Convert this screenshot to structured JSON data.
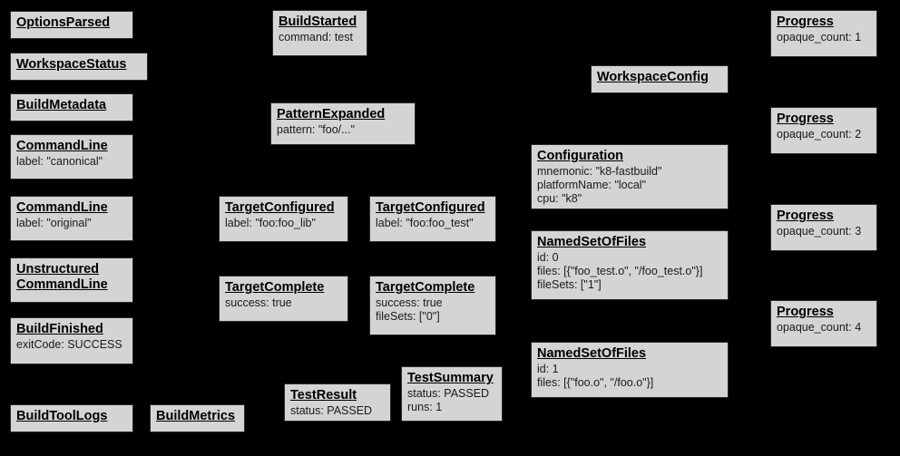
{
  "diagram": {
    "background_color": "#000000",
    "node_fill_color": "#d4d4d4",
    "node_border_color": "#2b2b2b",
    "type": "build-event-protocol-graph",
    "nodes": [
      {
        "title": "OptionsParsed",
        "fields": []
      },
      {
        "title": "WorkspaceStatus",
        "fields": []
      },
      {
        "title": "BuildMetadata",
        "fields": []
      },
      {
        "title": "CommandLine",
        "fields": [
          "label: \"canonical\""
        ]
      },
      {
        "title": "CommandLine",
        "fields": [
          "label: \"original\""
        ]
      },
      {
        "title": "Unstructured\nCommandLine",
        "fields": []
      },
      {
        "title": "BuildFinished",
        "fields": [
          "exitCode: SUCCESS"
        ]
      },
      {
        "title": "BuildToolLogs",
        "fields": []
      },
      {
        "title": "BuildMetrics",
        "fields": []
      },
      {
        "title": "BuildStarted",
        "fields": [
          "command: test"
        ]
      },
      {
        "title": "PatternExpanded",
        "fields": [
          "pattern: \"foo/...\""
        ]
      },
      {
        "title": "TargetConfigured",
        "fields": [
          "label: \"foo:foo_lib\""
        ]
      },
      {
        "title": "TargetConfigured",
        "fields": [
          "label: \"foo:foo_test\""
        ]
      },
      {
        "title": "TargetComplete",
        "fields": [
          "success: true"
        ]
      },
      {
        "title": "TargetComplete",
        "fields": [
          "success: true",
          "fileSets: [\"0\"]"
        ]
      },
      {
        "title": "TestResult",
        "fields": [
          "status: PASSED"
        ]
      },
      {
        "title": "TestSummary",
        "fields": [
          "status: PASSED",
          "runs: 1"
        ]
      },
      {
        "title": "WorkspaceConfig",
        "fields": []
      },
      {
        "title": "Configuration",
        "fields": [
          "mnemonic: \"k8-fastbuild\"",
          "platformName: \"local\"",
          "cpu: \"k8\""
        ]
      },
      {
        "title": "NamedSetOfFiles",
        "fields": [
          "id: 0",
          "files: [{\"foo_test.o\", \"/foo_test.o\"}]",
          "fileSets: [\"1\"]"
        ]
      },
      {
        "title": "NamedSetOfFiles",
        "fields": [
          "id: 1",
          "files: [{\"foo.o\", \"/foo.o\"}]"
        ]
      },
      {
        "title": "Progress",
        "fields": [
          "opaque_count: 1"
        ]
      },
      {
        "title": "Progress",
        "fields": [
          "opaque_count: 2"
        ]
      },
      {
        "title": "Progress",
        "fields": [
          "opaque_count: 3"
        ]
      },
      {
        "title": "Progress",
        "fields": [
          "opaque_count: 4"
        ]
      }
    ]
  }
}
